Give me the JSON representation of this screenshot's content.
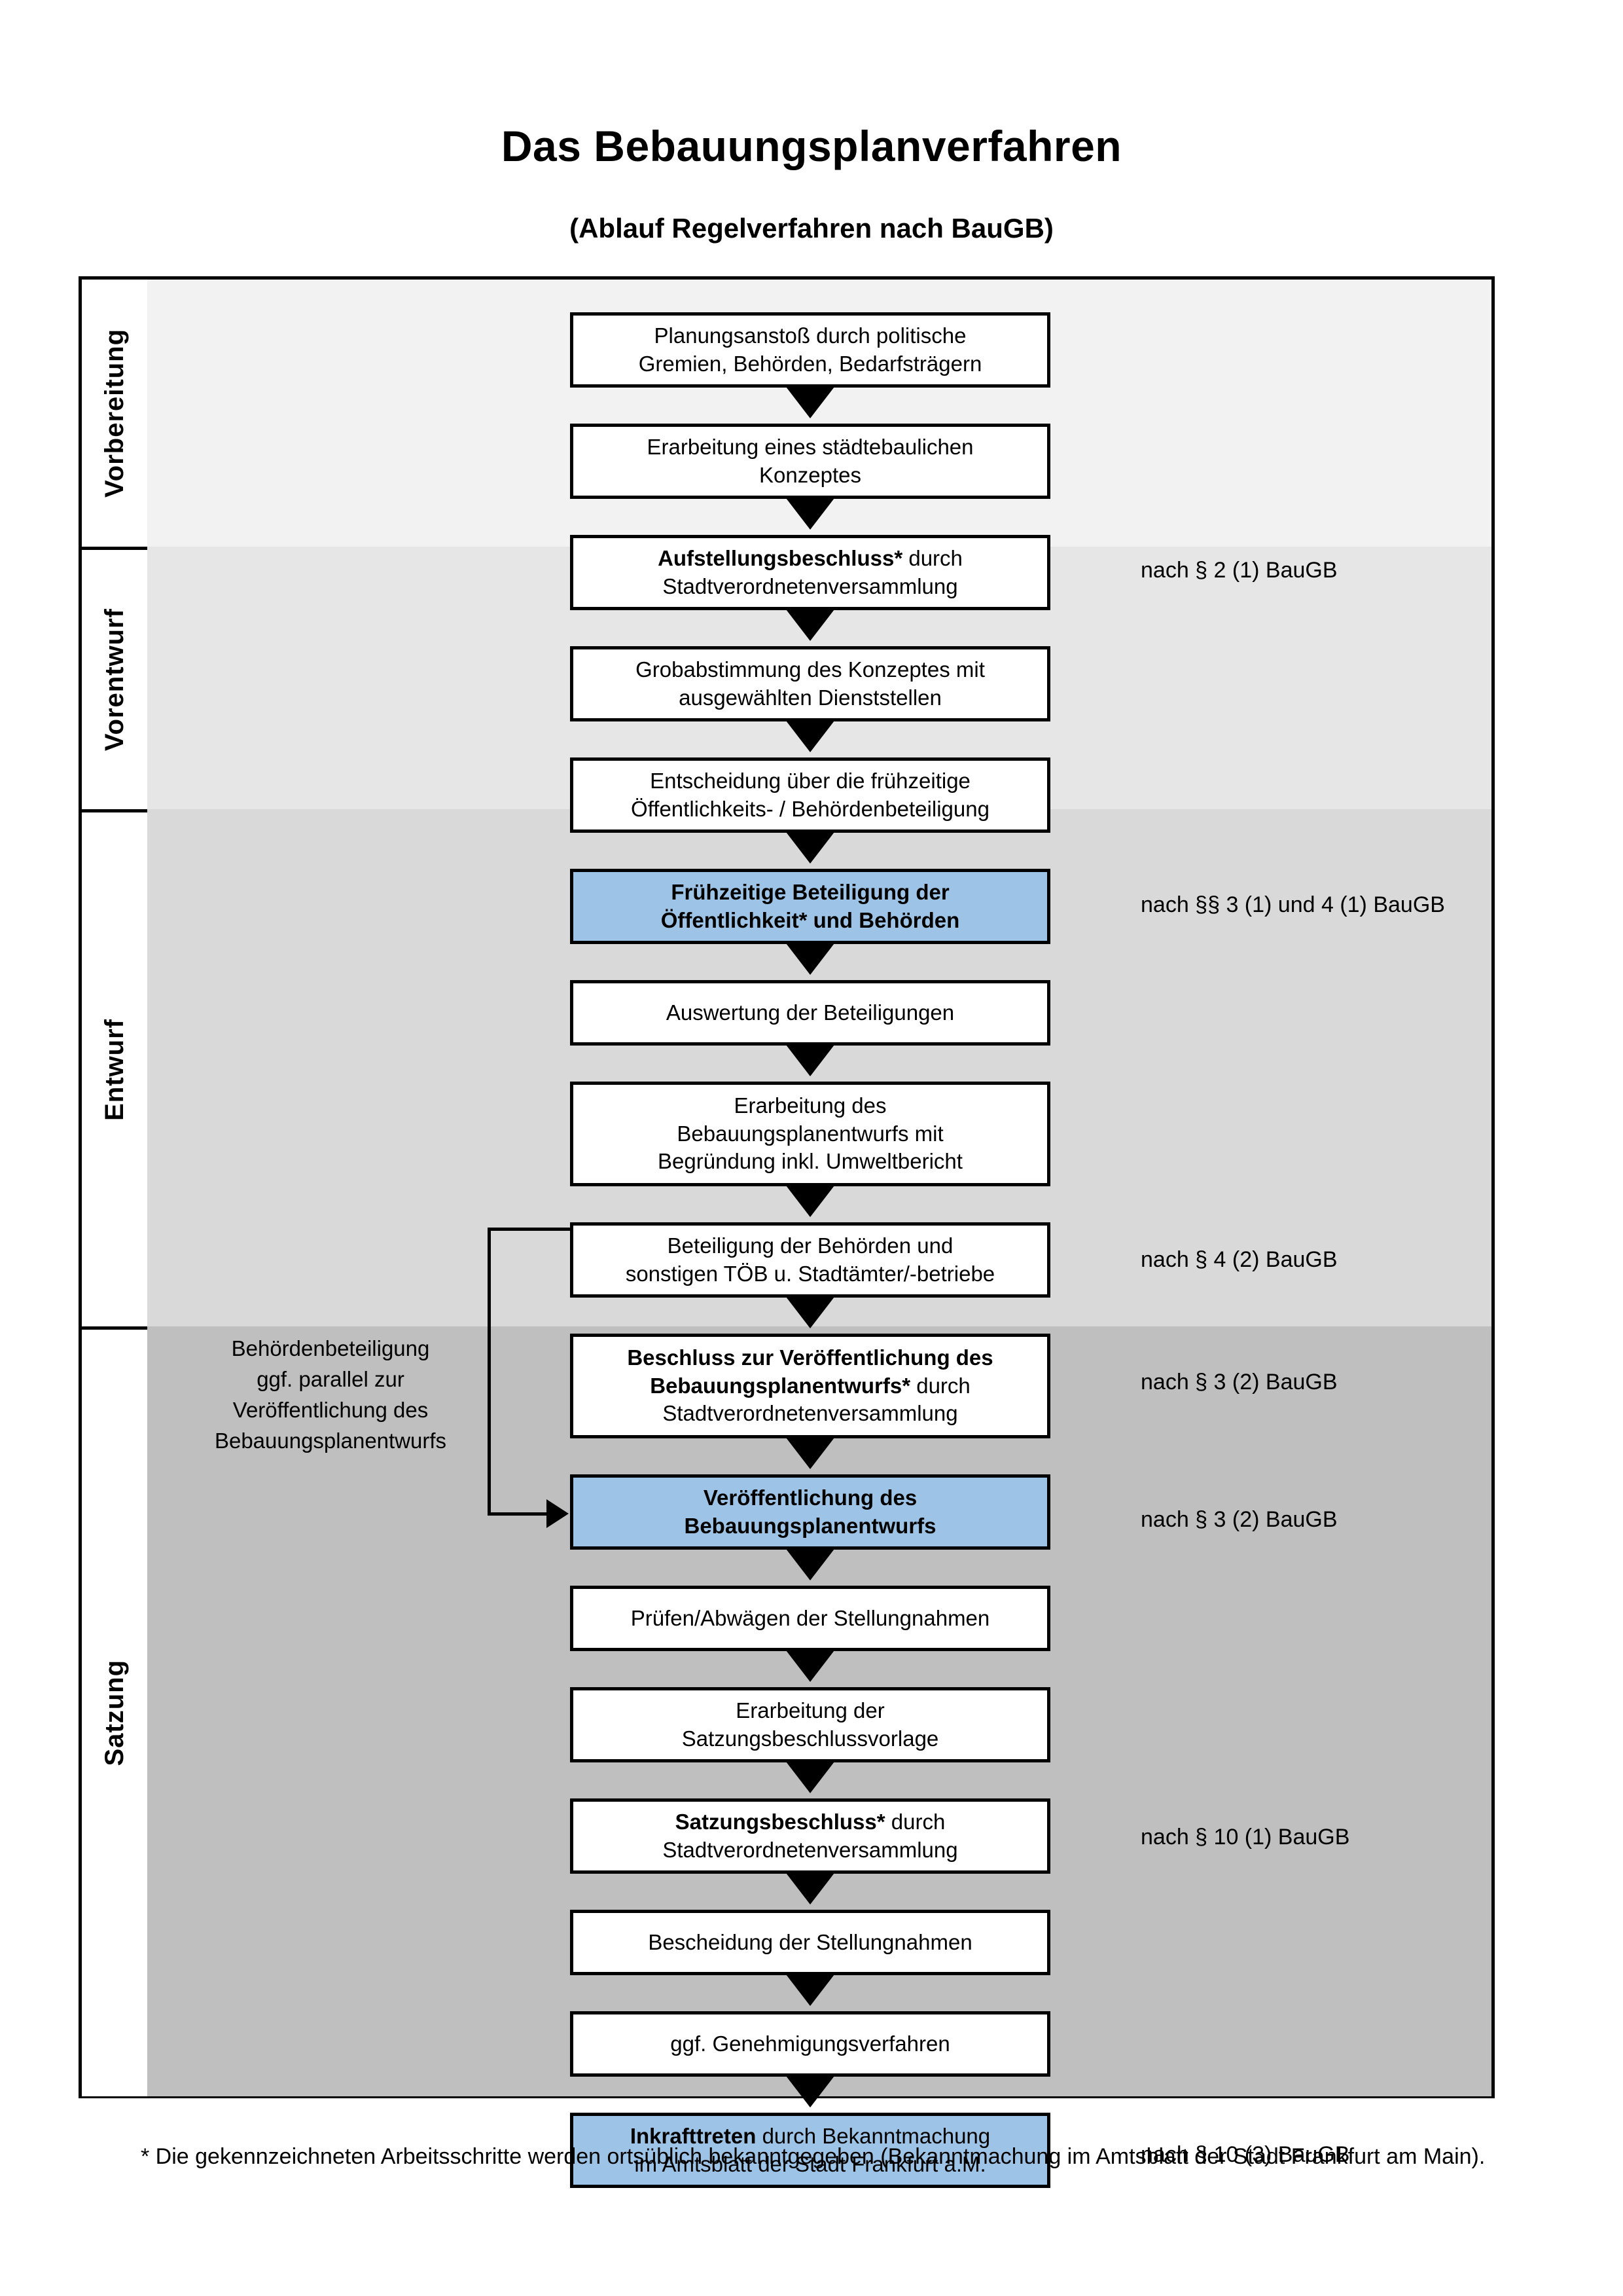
{
  "document": {
    "title": "Das Bebauungsplanverfahren",
    "subtitle": "(Ablauf Regelverfahren nach BauGB)"
  },
  "colors": {
    "highlight_blue": "#9DC3E6",
    "band_vorbereitung": "#F2F2F2",
    "band_vorentwurf": "#E6E6E6",
    "band_entwurf": "#D9D9D9",
    "band_satzung": "#BFBFBF",
    "border": "#000000"
  },
  "phases": [
    {
      "label": "Vorbereitung"
    },
    {
      "label": "Vorentwurf"
    },
    {
      "label": "Entwurf"
    },
    {
      "label": "Satzung"
    }
  ],
  "steps": [
    {
      "id": "planungsanstoss",
      "phase": "Vorbereitung",
      "highlight": false,
      "lines": [
        {
          "text": "Planungsanstoß durch politische",
          "bold": false
        },
        {
          "text": "Gremien, Behörden, Bedarfsträgern",
          "bold": false
        }
      ]
    },
    {
      "id": "staedtebauliches-konzept",
      "phase": "Vorbereitung",
      "highlight": false,
      "lines": [
        {
          "text": "Erarbeitung eines städtebaulichen",
          "bold": false
        },
        {
          "text": "Konzeptes",
          "bold": false
        }
      ]
    },
    {
      "id": "aufstellungsbeschluss",
      "phase": "Vorbereitung",
      "highlight": false,
      "lines": [
        {
          "text": "Aufstellungsbeschluss*",
          "bold": true,
          "suffix": " durch"
        },
        {
          "text": "Stadtverordnetenversammlung",
          "bold": false
        }
      ]
    },
    {
      "id": "grobabstimmung",
      "phase": "Vorentwurf",
      "highlight": false,
      "lines": [
        {
          "text": "Grobabstimmung des Konzeptes mit",
          "bold": false
        },
        {
          "text": "ausgewählten Dienststellen",
          "bold": false
        }
      ]
    },
    {
      "id": "entscheidung-fruehzeitige",
      "phase": "Vorentwurf",
      "highlight": false,
      "lines": [
        {
          "text": "Entscheidung über die frühzeitige",
          "bold": false
        },
        {
          "text": "Öffentlichkeits- / Behördenbeteiligung",
          "bold": false
        }
      ]
    },
    {
      "id": "fruehzeitige-beteiligung",
      "phase": "Vorentwurf",
      "highlight": true,
      "lines": [
        {
          "text": "Frühzeitige Beteiligung der",
          "bold": true
        },
        {
          "text": "Öffentlichkeit* und Behörden",
          "bold": true
        }
      ]
    },
    {
      "id": "auswertung",
      "phase": "Entwurf",
      "highlight": false,
      "lines": [
        {
          "text": "Auswertung der Beteiligungen",
          "bold": false
        }
      ]
    },
    {
      "id": "erarbeitung-entwurf",
      "phase": "Entwurf",
      "highlight": false,
      "lines": [
        {
          "text": "Erarbeitung des",
          "bold": false
        },
        {
          "text": "Bebauungsplanentwurfs mit",
          "bold": false
        },
        {
          "text": "Begründung inkl. Umweltbericht",
          "bold": false
        }
      ]
    },
    {
      "id": "beteiligung-behoerden",
      "phase": "Entwurf",
      "highlight": false,
      "lines": [
        {
          "text": "Beteiligung der Behörden und",
          "bold": false
        },
        {
          "text": "sonstigen TÖB u. Stadtämter/-betriebe",
          "bold": false
        }
      ]
    },
    {
      "id": "beschluss-veroeffentlichung",
      "phase": "Entwurf",
      "highlight": false,
      "lines": [
        {
          "text": "Beschluss zur Veröffentlichung des",
          "bold": true
        },
        {
          "text": "Bebauungsplanentwurfs*",
          "bold": true,
          "suffix": " durch"
        },
        {
          "text": "Stadtverordnetenversammlung",
          "bold": false
        }
      ]
    },
    {
      "id": "veroeffentlichung",
      "phase": "Entwurf",
      "highlight": true,
      "lines": [
        {
          "text": "Veröffentlichung des",
          "bold": true
        },
        {
          "text": "Bebauungsplanentwurfs",
          "bold": true
        }
      ]
    },
    {
      "id": "pruefen-abwaegen",
      "phase": "Satzung",
      "highlight": false,
      "lines": [
        {
          "text": "Prüfen/Abwägen der Stellungnahmen",
          "bold": false
        }
      ]
    },
    {
      "id": "satzungsbeschlussvorlage",
      "phase": "Satzung",
      "highlight": false,
      "lines": [
        {
          "text": "Erarbeitung der",
          "bold": false
        },
        {
          "text": "Satzungsbeschlussvorlage",
          "bold": false
        }
      ]
    },
    {
      "id": "satzungsbeschluss",
      "phase": "Satzung",
      "highlight": false,
      "lines": [
        {
          "text": "Satzungsbeschluss*",
          "bold": true,
          "suffix": " durch"
        },
        {
          "text": "Stadtverordnetenversammlung",
          "bold": false
        }
      ]
    },
    {
      "id": "bescheidung",
      "phase": "Satzung",
      "highlight": false,
      "lines": [
        {
          "text": "Bescheidung der Stellungnahmen",
          "bold": false
        }
      ]
    },
    {
      "id": "genehmigungsverfahren",
      "phase": "Satzung",
      "highlight": false,
      "lines": [
        {
          "text": "ggf. Genehmigungsverfahren",
          "bold": false
        }
      ]
    },
    {
      "id": "inkrafttreten",
      "phase": "Satzung",
      "highlight": true,
      "lines": [
        {
          "text": "Inkrafttreten",
          "bold": true,
          "suffix": " durch Bekanntmachung"
        },
        {
          "text": "im Amtsblatt der Stadt Frankfurt a.M.",
          "bold": false
        }
      ]
    }
  ],
  "legal_refs": [
    {
      "id": "ref-par2-1",
      "text": "nach § 2 (1) BauGB"
    },
    {
      "id": "ref-par3-1-4-1",
      "text": "nach §§ 3 (1) und 4 (1) BauGB"
    },
    {
      "id": "ref-par4-2",
      "text": "nach § 4 (2) BauGB"
    },
    {
      "id": "ref-par3-2-a",
      "text": "nach § 3 (2) BauGB"
    },
    {
      "id": "ref-par3-2-b",
      "text": "nach § 3 (2) BauGB"
    },
    {
      "id": "ref-par10-1",
      "text": "nach § 10 (1) BauGB"
    },
    {
      "id": "ref-par10-3",
      "text": "nach § 10 (3) BauGB"
    }
  ],
  "side_note": {
    "lines": [
      "Behördenbeteiligung",
      "ggf. parallel zur",
      "Veröffentlichung des",
      "Bebauungsplanentwurfs"
    ]
  },
  "footnote": {
    "text": "* Die gekennzeichneten Arbeitsschritte werden ortsüblich bekanntgegeben (Bekanntmachung im Amtsblatt  der Stadt Frankfurt am Main)."
  }
}
